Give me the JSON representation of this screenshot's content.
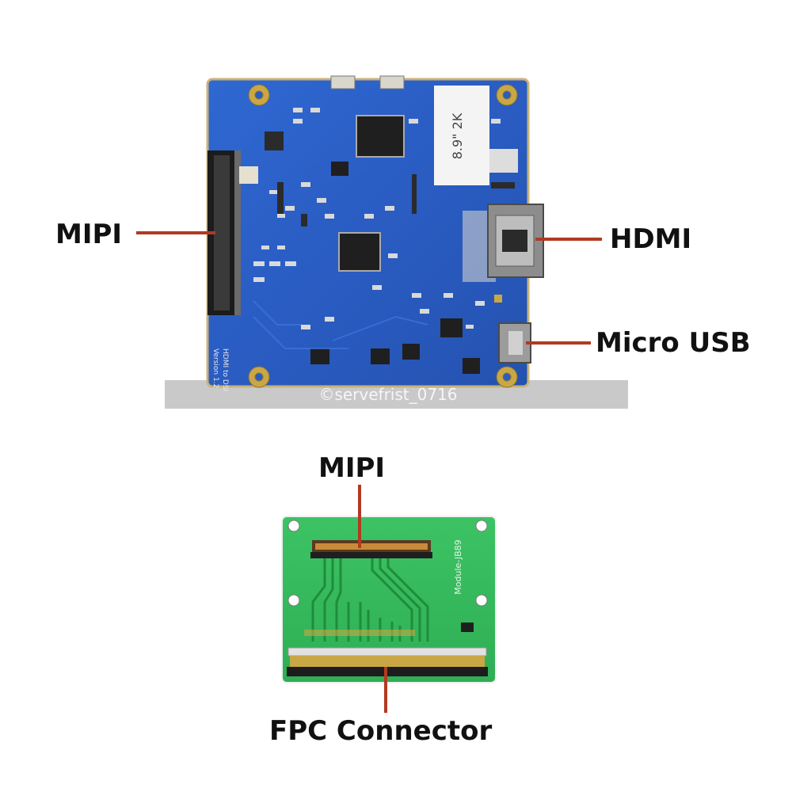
{
  "labels": {
    "mipi_top": "MIPI",
    "hdmi": "HDMI",
    "micro_usb": "Micro USB",
    "mipi_bottom": "MIPI",
    "fpc_connector": "FPC Connector"
  },
  "board_text": {
    "sticker": "8.9\" 2K",
    "edge_text_1": "HDMI to DSI",
    "edge_text_2": "Version 1.2",
    "adapter_text": "Module-JB89",
    "watermark": "©servefrist_0716"
  },
  "colors": {
    "main_board": "#2a5fc4",
    "adapter_board": "#33b85a",
    "leader_line": "#b23a22",
    "label_text": "#111111"
  }
}
